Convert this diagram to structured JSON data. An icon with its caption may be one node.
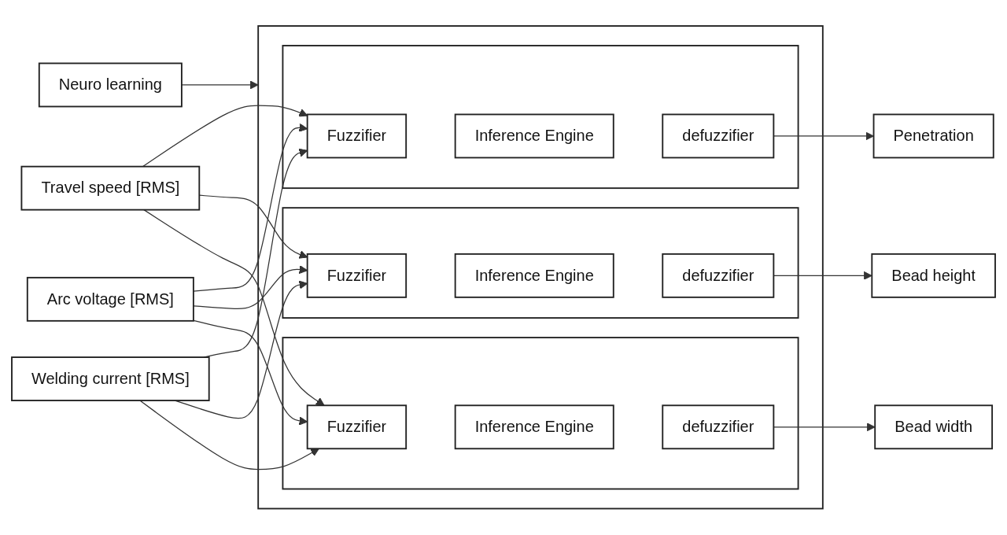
{
  "diagram": {
    "nodes": [
      {
        "text": [
          "Neuro learning"
        ]
      },
      {
        "text": [
          "Welding current [RMS]"
        ]
      },
      {
        "text": [
          "Arc voltage [RMS]"
        ]
      },
      {
        "text": [
          "Travel speed [RMS]"
        ]
      },
      {
        "text": [],
        "shape": "box"
      },
      {
        "text": [],
        "shape": "box",
        "in": 4
      },
      {
        "text": [],
        "shape": "box",
        "in": 4
      },
      {
        "text": [],
        "shape": "box",
        "in": 4
      },
      {
        "text": [
          "Fuzzifier"
        ],
        "in": 5
      },
      {
        "text": [
          "Inference Engine"
        ],
        "in": 5
      },
      {
        "text": [
          "defuzzifier"
        ],
        "in": 5
      },
      {
        "text": [
          "Fuzzifier"
        ],
        "in": 6
      },
      {
        "text": [
          "Inference Engine"
        ],
        "in": 6
      },
      {
        "text": [
          "defuzzifier"
        ],
        "in": 6
      },
      {
        "text": [
          "Fuzzifier"
        ],
        "in": 7
      },
      {
        "text": [
          "Inference Engine"
        ],
        "in": 7
      },
      {
        "text": [
          "defuzzifier"
        ],
        "in": 7
      },
      {
        "text": [
          "Bead width"
        ]
      },
      {
        "text": [
          "Bead height"
        ]
      },
      {
        "text": [
          "Penetration"
        ]
      }
    ],
    "edges": [
      {
        "from": 0,
        "to": 4,
        "arrow": "to"
      },
      {
        "from": 1,
        "to": 8,
        "arrow": "to"
      },
      {
        "from": 1,
        "to": 11,
        "arrow": "to"
      },
      {
        "from": 1,
        "to": 14,
        "arrow": "to"
      },
      {
        "from": 2,
        "to": 8,
        "arrow": "to"
      },
      {
        "from": 2,
        "to": 11,
        "arrow": "to"
      },
      {
        "from": 2,
        "to": 14,
        "arrow": "to"
      },
      {
        "from": 3,
        "to": 8,
        "arrow": "to"
      },
      {
        "from": 3,
        "to": 11,
        "arrow": "to"
      },
      {
        "from": 3,
        "to": 14,
        "arrow": "to"
      },
      {
        "from": 10,
        "to": 17,
        "arrow": "to"
      },
      {
        "from": 13,
        "to": 18,
        "arrow": "to"
      },
      {
        "from": 16,
        "to": 19,
        "arrow": "to"
      }
    ]
  }
}
